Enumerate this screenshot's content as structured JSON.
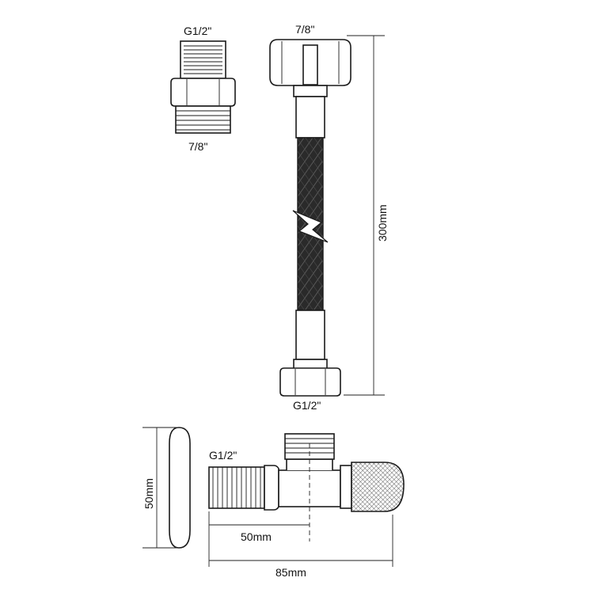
{
  "labels": {
    "adapter_top": "G1/2\"",
    "adapter_bottom": "7/8\"",
    "hose_top": "7/8\"",
    "hose_bottom": "G1/2\"",
    "hose_length": "300mm",
    "valve_inlet": "G1/2\"",
    "valve_height": "50mm",
    "valve_inlet_length": "50mm",
    "valve_total_length": "85mm"
  }
}
